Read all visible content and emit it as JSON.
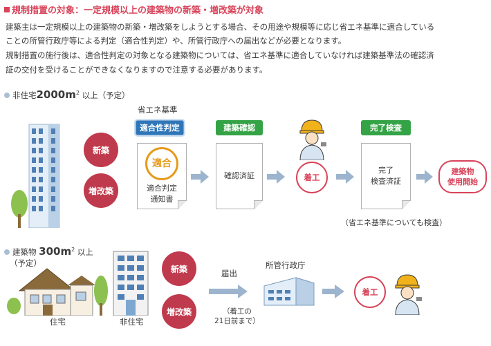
{
  "title": "規制措置の対象：一定規模以上の建築物の新築・増改築が対象",
  "paragraph_lines": [
    "建築主は一定規模以上の建築物の新築・増改築をしようとする場合、その用途や規模等に応じ省エネ基準に適合している",
    "ことの所管行政庁等による判定（適合性判定）や、所管行政庁への届出などが必要となります。",
    "規制措置の施行後は、適合性判定の対象となる建築物については、省エネ基準に適合していなければ建築基準法の確認済",
    "証の交付を受けることができなくなりますので注意する必要があります。"
  ],
  "section1": {
    "label_prefix": "非住宅",
    "label_size": "2000",
    "label_unit": "m",
    "label_sup": "2",
    "label_suffix": "以上（予定）",
    "shinchiku": "新築",
    "zoukaichiku": "増改築",
    "standard_caption": "省エネ基準",
    "judgement_badge": "適合性判定",
    "tekigou": "適合",
    "notice_line1": "適合判定",
    "notice_line2": "通知書",
    "kakunin_badge": "建築確認",
    "kakunin_doc": "確認済証",
    "chakkou": "着工",
    "kanryo_badge": "完了検査",
    "kanryo_doc_line1": "完了",
    "kanryo_doc_line2": "検査済証",
    "use_line1": "建築物",
    "use_line2": "使用開始",
    "note": "（省エネ基準についても検査）"
  },
  "section2": {
    "label_prefix": "建築物",
    "label_size": "300",
    "label_unit": "m",
    "label_sup": "2",
    "label_suffix": "以上",
    "label_line2": "（予定）",
    "shinchiku": "新築",
    "zoukaichiku": "増改築",
    "todokede": "届出",
    "deadline_line1": "（着工の",
    "deadline_line2": "21日前まで）",
    "office": "所管行政庁",
    "chakkou": "着工",
    "house_label": "住宅",
    "nonhouse_label": "非住宅"
  },
  "colors": {
    "red": "#bf3a4c",
    "pink": "#d8435a",
    "green": "#34a346",
    "blue": "#2f76b8",
    "arrow": "#9cb4cd"
  }
}
